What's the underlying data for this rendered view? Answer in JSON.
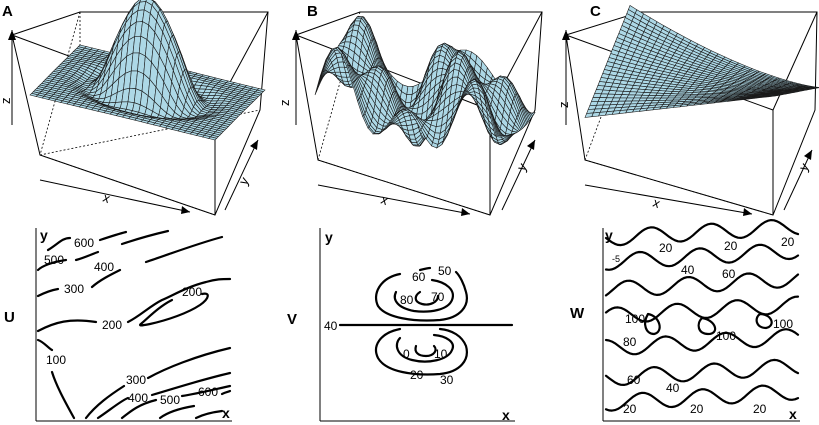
{
  "panels": {
    "A": {
      "letter": "A",
      "x_label": "x",
      "y_label": "y",
      "z_label": "z"
    },
    "B": {
      "letter": "B",
      "x_label": "x",
      "y_label": "y",
      "z_label": "z"
    },
    "C": {
      "letter": "C",
      "x_label": "x",
      "y_label": "y",
      "z_label": "z"
    },
    "U": {
      "letter": "U",
      "x_label": "x",
      "y_label": "y",
      "contour_labels": [
        "600",
        "500",
        "400",
        "300",
        "200",
        "200",
        "100",
        "300",
        "400",
        "500",
        "600"
      ]
    },
    "V": {
      "letter": "V",
      "x_label": "x",
      "y_label": "y",
      "contour_labels": [
        "60",
        "50",
        "80",
        "70",
        "40",
        "0",
        "10",
        "20",
        "30"
      ]
    },
    "W": {
      "letter": "W",
      "x_label": "x",
      "y_label": "y",
      "contour_labels": [
        "-5",
        "20",
        "20",
        "20",
        "40",
        "60",
        "100",
        "100",
        "100",
        "80",
        "60",
        "40",
        "20",
        "20",
        "20"
      ]
    }
  },
  "colors": {
    "surface": "#add8e6",
    "lines": "#000000"
  }
}
